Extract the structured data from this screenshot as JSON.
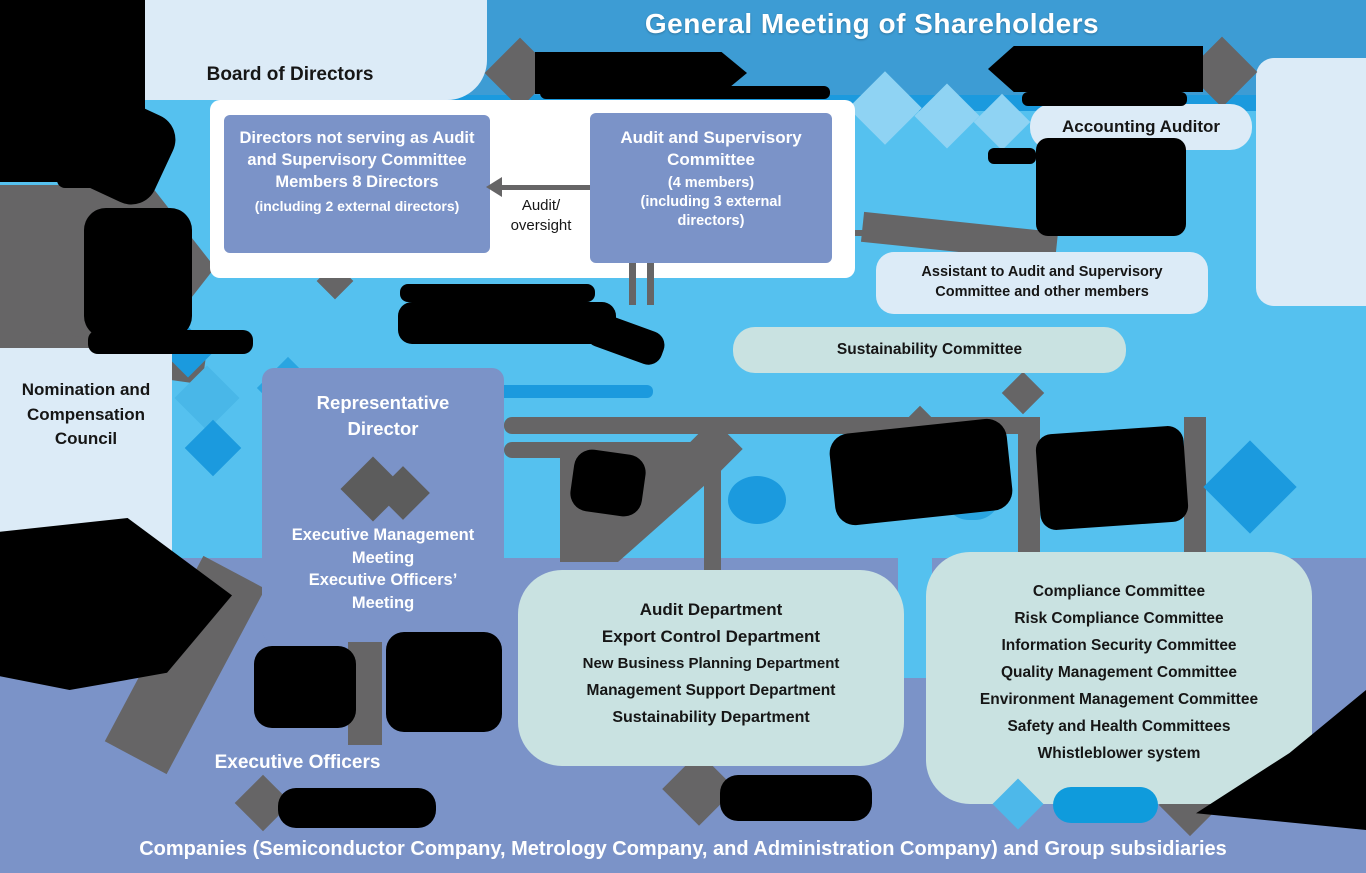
{
  "diagram": {
    "title": "General Meeting of Shareholders",
    "board_of_directors": "Board of Directors",
    "directors_box": {
      "line1": "Directors not serving as Audit",
      "line2": "and Supervisory Committee",
      "line3": "Members 8 Directors",
      "note": "(including 2 external directors)"
    },
    "audit_oversight": {
      "line1": "Audit/",
      "line2": "oversight"
    },
    "audit_committee_box": {
      "line1": "Audit and Supervisory",
      "line2": "Committee",
      "note1": "(4 members)",
      "note2": "(including 3 external",
      "note3": "directors)"
    },
    "accounting_auditor": "Accounting Auditor",
    "assistant_box": {
      "line1": "Assistant to Audit and Supervisory",
      "line2": "Committee and other members"
    },
    "sustainability_committee": "Sustainability Committee",
    "nomination_council": {
      "line1": "Nomination and",
      "line2": "Compensation",
      "line3": "Council"
    },
    "representative_director": {
      "line1": "Representative",
      "line2": "Director"
    },
    "executive_meetings": {
      "line1": "Executive Management",
      "line2": "Meeting",
      "line3": "Executive Officers’",
      "line4": "Meeting"
    },
    "departments": [
      "Audit Department",
      "Export Control Department",
      "New Business Planning Department",
      "Management Support Department",
      "Sustainability Department"
    ],
    "committees": [
      "Compliance Committee",
      "Risk Compliance Committee",
      "Information Security Committee",
      "Quality Management Committee",
      "Environment Management Committee",
      "Safety and Health Committees",
      "Whistleblower system"
    ],
    "executive_officers": "Executive Officers",
    "companies_bar": "Companies (Semiconductor Company, Metrology Company, and Administration Company) and Group subsidiaries",
    "colors": {
      "sky_blue": "#55c1ef",
      "top_band_blue": "#3d9cd4",
      "bright_blue": "#1b9ade",
      "periwinkle": "#7b93c8",
      "light_panel": "#dcebf7",
      "pale_teal": "#c9e2e1",
      "arrow_gray": "#666566",
      "redacted_black": "#000000"
    }
  }
}
